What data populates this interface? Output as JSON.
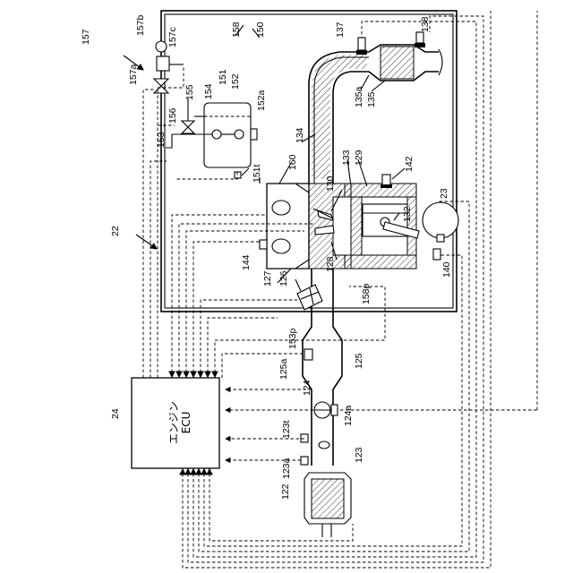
{
  "ecu": {
    "line1": "エンジン",
    "line2": "ECU"
  },
  "labels": {
    "n22": "22",
    "n23": "23",
    "n24": "24",
    "n122": "122",
    "n123": "123",
    "n123a": "123a",
    "n123t": "123t",
    "n124": "124",
    "n124a": "124a",
    "n125": "125",
    "n125a": "125a",
    "n126": "126",
    "n127": "127",
    "n128": "128",
    "n129": "129",
    "n130": "130",
    "n132": "132",
    "n133": "133",
    "n134": "134",
    "n135": "135",
    "n135a": "135a",
    "n137": "137",
    "n138": "138",
    "n140": "140",
    "n142": "142",
    "n144": "144",
    "n150": "150",
    "n151": "151",
    "n151t": "151t",
    "n152": "152",
    "n152a": "152a",
    "n153": "153",
    "n153p": "153p",
    "n154": "154",
    "n155": "155",
    "n156": "156",
    "n157": "157",
    "n157a": "157a",
    "n157b": "157b",
    "n157c": "157c",
    "n158": "158",
    "n158p": "158p",
    "n160": "160"
  }
}
